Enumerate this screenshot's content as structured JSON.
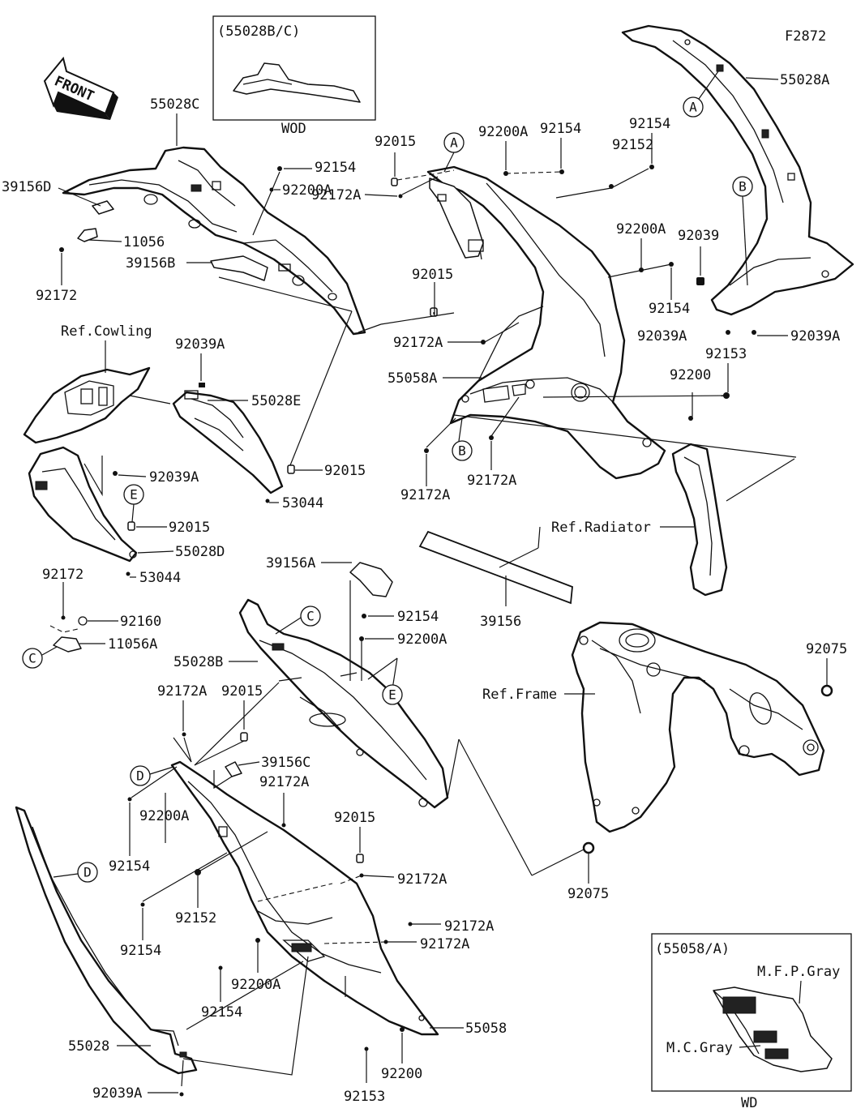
{
  "figure_code": "F2872",
  "front_arrow_label": "FRONT",
  "inset_top": {
    "title": "(55028B/C)",
    "caption": "WOD"
  },
  "inset_bottom": {
    "title": "(55058/A)",
    "caption": "WD",
    "label_mfp": "M.F.P.Gray",
    "label_mc": "M.C.Gray"
  },
  "refs": {
    "cowling": "Ref.Cowling",
    "radiator": "Ref.Radiator",
    "frame": "Ref.Frame"
  },
  "circle_markers": [
    "A",
    "B",
    "C",
    "D",
    "E"
  ],
  "part_labels": [
    "55028C",
    "39156D",
    "11056",
    "92172",
    "39156B",
    "92154",
    "92200A",
    "92015",
    "92200A",
    "92154",
    "92152",
    "92154",
    "55028A",
    "92172A",
    "92200A",
    "92039",
    "92015",
    "92154",
    "92172A",
    "92039A",
    "92039A",
    "92153",
    "55058A",
    "92200",
    "92172A",
    "92172A",
    "92039A",
    "55028E",
    "92039A",
    "92015",
    "53044",
    "92015",
    "55028D",
    "53044",
    "92172",
    "92160",
    "11056A",
    "39156A",
    "92154",
    "92200A",
    "55028B",
    "92172A",
    "92015",
    "39156C",
    "92172A",
    "92200A",
    "92154",
    "92152",
    "92154",
    "92015",
    "92172A",
    "92172A",
    "92172A",
    "92200A",
    "92154",
    "55058",
    "55028",
    "92039A",
    "92153",
    "92200",
    "39156",
    "92075",
    "92075"
  ]
}
